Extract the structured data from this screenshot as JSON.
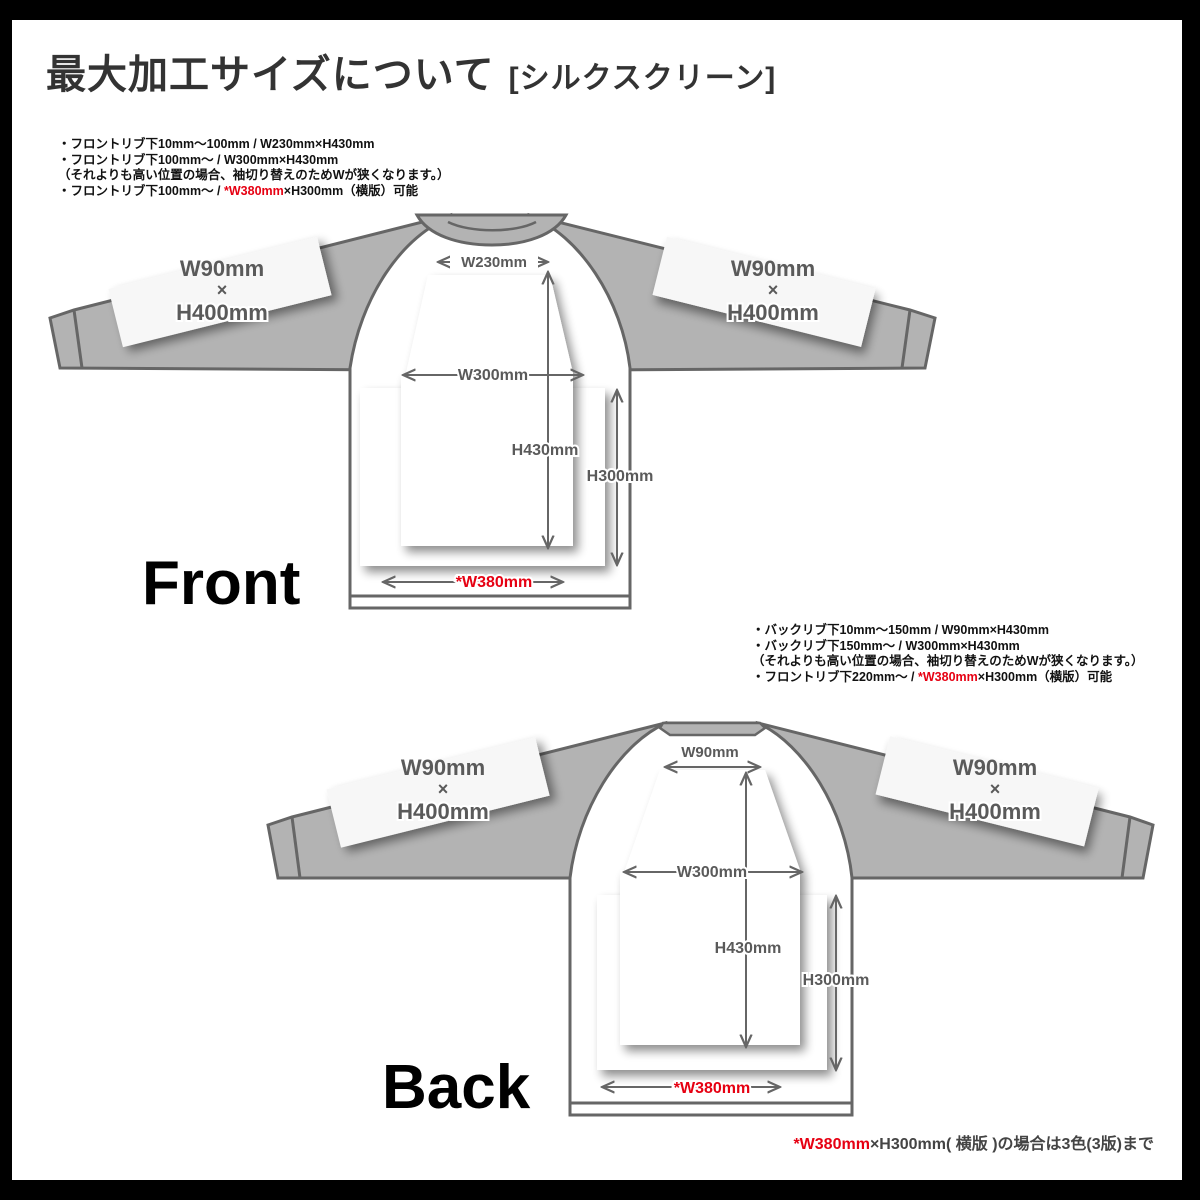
{
  "header": {
    "title": "最大加工サイズについて",
    "subtitle": "[シルクスクリーン]"
  },
  "front": {
    "label": "Front",
    "notes": [
      {
        "text": "・フロントリブ下10mm〜100mm / W230mm×H430mm"
      },
      {
        "text": "・フロントリブ下100mm〜 / W300mm×H430mm"
      },
      {
        "text": "（それよりも高い位置の場合、袖切り替えのためWが狭くなります。）"
      },
      {
        "prefix": "・フロントリブ下100mm〜 / ",
        "highlight": "*W380mm",
        "suffix": "×H300mm（横版）可能"
      }
    ],
    "dimensions": {
      "sleeve_width": "W90mm",
      "sleeve_times": "×",
      "sleeve_height": "H400mm",
      "top_width": "W230mm",
      "mid_width": "W300mm",
      "tall_height": "H430mm",
      "wide_height": "H300mm",
      "wide_width": "*W380mm"
    }
  },
  "back": {
    "label": "Back",
    "notes": [
      {
        "text": "・バックリブ下10mm〜150mm / W90mm×H430mm"
      },
      {
        "text": "・バックリブ下150mm〜 / W300mm×H430mm"
      },
      {
        "text": "（それよりも高い位置の場合、袖切り替えのためWが狭くなります。）"
      },
      {
        "prefix": "・フロントリブ下220mm〜 / ",
        "highlight": "*W380mm",
        "suffix": "×H300mm（横版）可能"
      }
    ],
    "dimensions": {
      "sleeve_width": "W90mm",
      "sleeve_times": "×",
      "sleeve_height": "H400mm",
      "top_width": "W90mm",
      "mid_width": "W300mm",
      "tall_height": "H430mm",
      "wide_height": "H300mm",
      "wide_width": "*W380mm"
    }
  },
  "footer": {
    "highlight": "*W380mm",
    "text": "×H300mm( 横版 )の場合は3色(3版)まで"
  },
  "colors": {
    "accent_red": "#e60012",
    "sleeve_gray": "#b3b3b3",
    "outline_gray": "#666666",
    "dim_text_gray": "#5a5a5a"
  }
}
